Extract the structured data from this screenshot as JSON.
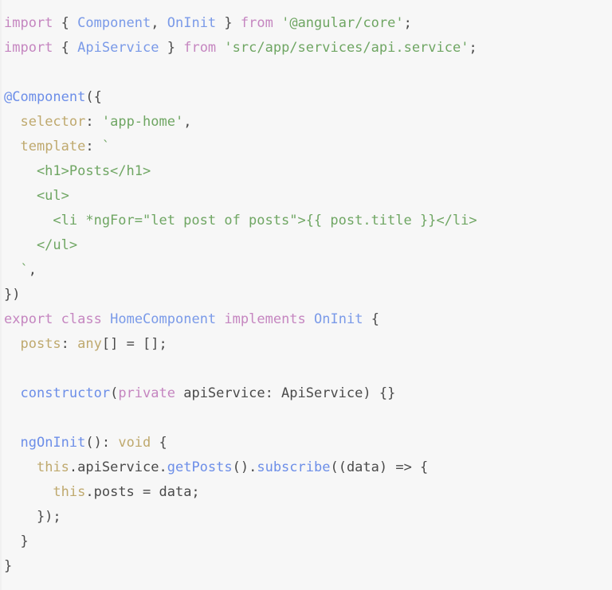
{
  "editor": {
    "language": "typescript",
    "background_color": "#f7f7f7",
    "plain_text_color": "#4a4a4a",
    "theme_colors": {
      "keyword": "#c586c0",
      "type": "#7a9ae8",
      "function": "#6c8ee8",
      "string": "#6fa663",
      "property": "#bfa96e",
      "punctuation": "#4a4a4a"
    },
    "lines": [
      {
        "tokens": [
          {
            "t": "import",
            "c": "keyword"
          },
          {
            "t": " { ",
            "c": "punct"
          },
          {
            "t": "Component",
            "c": "type"
          },
          {
            "t": ", ",
            "c": "punct"
          },
          {
            "t": "OnInit",
            "c": "type"
          },
          {
            "t": " } ",
            "c": "punct"
          },
          {
            "t": "from",
            "c": "keyword"
          },
          {
            "t": " ",
            "c": "punct"
          },
          {
            "t": "'@angular/core'",
            "c": "string"
          },
          {
            "t": ";",
            "c": "punct"
          }
        ]
      },
      {
        "tokens": [
          {
            "t": "import",
            "c": "keyword"
          },
          {
            "t": " { ",
            "c": "punct"
          },
          {
            "t": "ApiService",
            "c": "type"
          },
          {
            "t": " } ",
            "c": "punct"
          },
          {
            "t": "from",
            "c": "keyword"
          },
          {
            "t": " ",
            "c": "punct"
          },
          {
            "t": "'src/app/services/api.service'",
            "c": "string"
          },
          {
            "t": ";",
            "c": "punct"
          }
        ]
      },
      {
        "tokens": []
      },
      {
        "tokens": [
          {
            "t": "@Component",
            "c": "func"
          },
          {
            "t": "({",
            "c": "punct"
          }
        ]
      },
      {
        "tokens": [
          {
            "t": "  ",
            "c": "punct"
          },
          {
            "t": "selector",
            "c": "prop"
          },
          {
            "t": ": ",
            "c": "punct"
          },
          {
            "t": "'app-home'",
            "c": "string"
          },
          {
            "t": ",",
            "c": "punct"
          }
        ]
      },
      {
        "tokens": [
          {
            "t": "  ",
            "c": "punct"
          },
          {
            "t": "template",
            "c": "prop"
          },
          {
            "t": ": ",
            "c": "punct"
          },
          {
            "t": "`",
            "c": "string"
          }
        ]
      },
      {
        "tokens": [
          {
            "t": "    <h1>Posts</h1>",
            "c": "string"
          }
        ]
      },
      {
        "tokens": [
          {
            "t": "    <ul>",
            "c": "string"
          }
        ]
      },
      {
        "tokens": [
          {
            "t": "      <li *ngFor=\"let post of posts\">{{ post.title }}</li>",
            "c": "string"
          }
        ]
      },
      {
        "tokens": [
          {
            "t": "    </ul>",
            "c": "string"
          }
        ]
      },
      {
        "tokens": [
          {
            "t": "  `",
            "c": "string"
          },
          {
            "t": ",",
            "c": "punct"
          }
        ]
      },
      {
        "tokens": [
          {
            "t": "})",
            "c": "punct"
          }
        ]
      },
      {
        "tokens": [
          {
            "t": "export",
            "c": "keyword"
          },
          {
            "t": " ",
            "c": "punct"
          },
          {
            "t": "class",
            "c": "keyword"
          },
          {
            "t": " ",
            "c": "punct"
          },
          {
            "t": "HomeComponent",
            "c": "type"
          },
          {
            "t": " ",
            "c": "punct"
          },
          {
            "t": "implements",
            "c": "keyword"
          },
          {
            "t": " ",
            "c": "punct"
          },
          {
            "t": "OnInit",
            "c": "type"
          },
          {
            "t": " {",
            "c": "punct"
          }
        ]
      },
      {
        "tokens": [
          {
            "t": "  ",
            "c": "punct"
          },
          {
            "t": "posts",
            "c": "prop"
          },
          {
            "t": ": ",
            "c": "punct"
          },
          {
            "t": "any",
            "c": "prop"
          },
          {
            "t": "[] = [];",
            "c": "punct"
          }
        ]
      },
      {
        "tokens": []
      },
      {
        "tokens": [
          {
            "t": "  ",
            "c": "punct"
          },
          {
            "t": "constructor",
            "c": "func"
          },
          {
            "t": "(",
            "c": "punct"
          },
          {
            "t": "private",
            "c": "keyword"
          },
          {
            "t": " apiService: ApiService) {}",
            "c": "punct"
          }
        ]
      },
      {
        "tokens": []
      },
      {
        "tokens": [
          {
            "t": "  ",
            "c": "punct"
          },
          {
            "t": "ngOnInit",
            "c": "func"
          },
          {
            "t": "(): ",
            "c": "punct"
          },
          {
            "t": "void",
            "c": "prop"
          },
          {
            "t": " {",
            "c": "punct"
          }
        ]
      },
      {
        "tokens": [
          {
            "t": "    ",
            "c": "punct"
          },
          {
            "t": "this",
            "c": "prop"
          },
          {
            "t": ".apiService.",
            "c": "punct"
          },
          {
            "t": "getPosts",
            "c": "func"
          },
          {
            "t": "().",
            "c": "punct"
          },
          {
            "t": "subscribe",
            "c": "func"
          },
          {
            "t": "((data) => {",
            "c": "punct"
          }
        ]
      },
      {
        "tokens": [
          {
            "t": "      ",
            "c": "punct"
          },
          {
            "t": "this",
            "c": "prop"
          },
          {
            "t": ".posts = data;",
            "c": "punct"
          }
        ]
      },
      {
        "tokens": [
          {
            "t": "    });",
            "c": "punct"
          }
        ]
      },
      {
        "tokens": [
          {
            "t": "  }",
            "c": "punct"
          }
        ]
      },
      {
        "tokens": [
          {
            "t": "}",
            "c": "punct"
          }
        ]
      }
    ]
  }
}
